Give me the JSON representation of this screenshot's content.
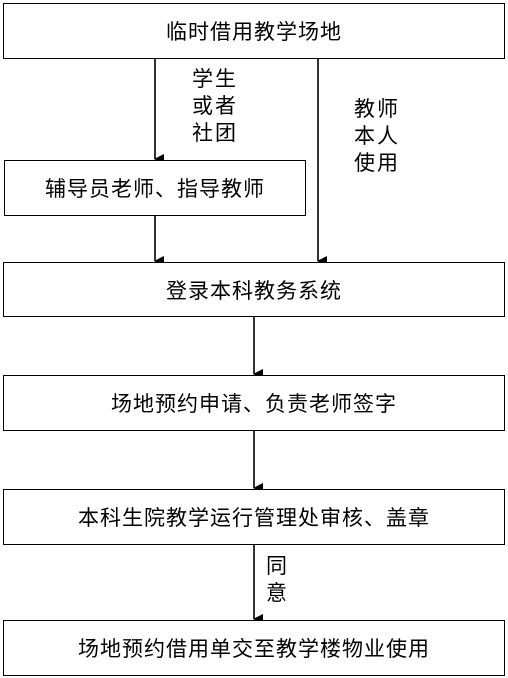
{
  "steps": {
    "step1": "临时借用教学场地",
    "step2": "辅导员老师、指导教师",
    "step3": "登录本科教务系统",
    "step4": "场地预约申请、负责老师签字",
    "step5": "本科生院教学运行管理处审核、盖章",
    "step6": "场地预约借用单交至教学楼物业使用"
  },
  "labels": {
    "student_line1": "学生",
    "student_line2": "或者",
    "student_line3": "社团",
    "teacher_line1": "教师",
    "teacher_line2": "本人",
    "teacher_line3": "使用",
    "agree_line1": "同",
    "agree_line2": "意"
  }
}
